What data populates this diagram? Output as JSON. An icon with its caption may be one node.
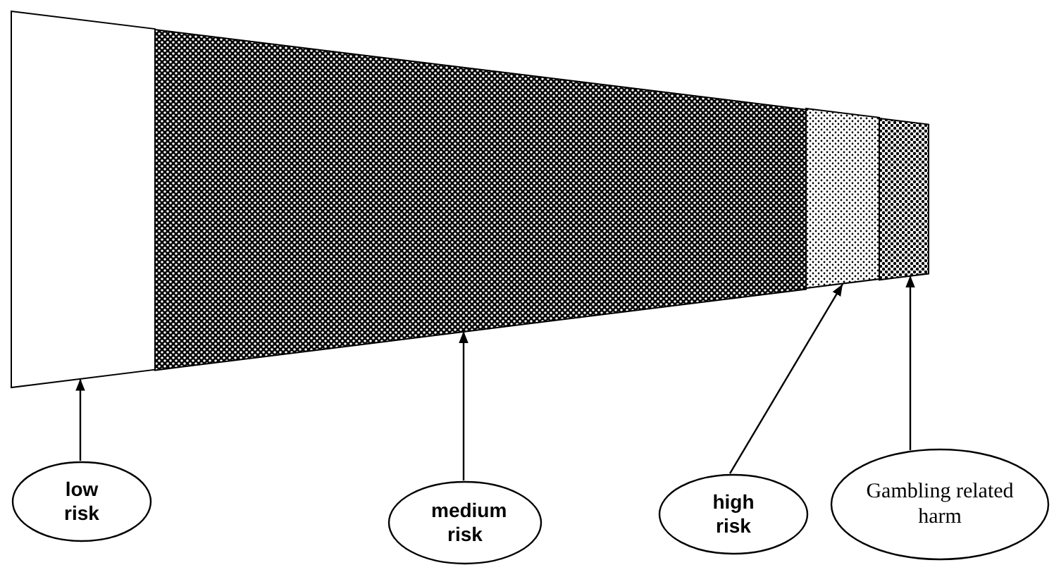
{
  "diagram": {
    "nodes": [
      {
        "text": [],
        "shape": "box"
      },
      {
        "text": [],
        "shape": "box"
      },
      {
        "text": [],
        "shape": "box"
      },
      {
        "text": [],
        "shape": "box"
      },
      {
        "text": [
          "low risk"
        ]
      },
      {
        "text": [
          "medium risk"
        ]
      },
      {
        "text": [
          "high risk"
        ]
      },
      {
        "text": [
          "Gambling related harm"
        ]
      }
    ],
    "edges": [
      {
        "from": 4,
        "to": 0,
        "arrow": "to"
      },
      {
        "from": 5,
        "to": 1,
        "arrow": "to"
      },
      {
        "from": 6,
        "to": 2,
        "arrow": "to"
      },
      {
        "from": 7,
        "to": 3,
        "arrow": "to"
      }
    ]
  }
}
